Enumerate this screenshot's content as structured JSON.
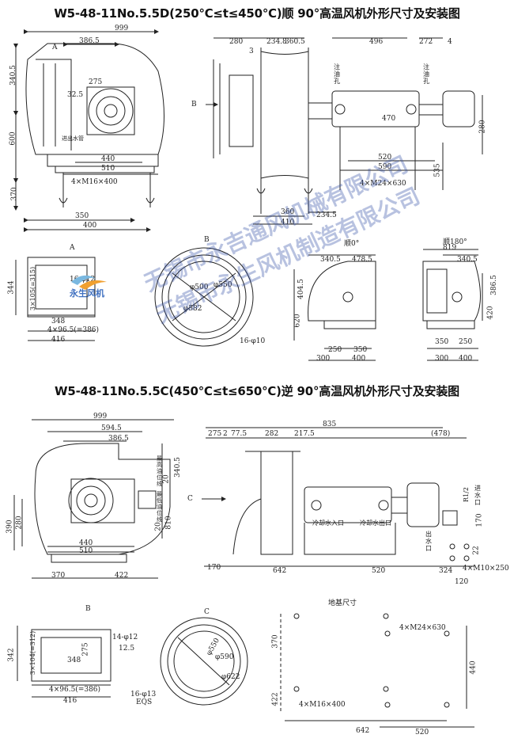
{
  "title_top": "W5-48-11No.5.5D(250℃≤t≤450℃)顺 90°高温风机外形尺寸及安装图",
  "title_bottom": "W5-48-11No.5.5C(450℃≤t≤650℃)逆 90°高温风机外形尺寸及安装图",
  "watermark_company_a": "无锡市永吉通风机械有限公司",
  "watermark_company_b": "无锡市永生风机制造有限公司",
  "logo_text": "永生风机",
  "top": {
    "front": [
      "999",
      "386.5",
      "340.5",
      "600",
      "275",
      "32.5",
      "440",
      "510",
      "4×M16×400",
      "370",
      "350",
      "400",
      "A",
      "进出水管"
    ],
    "side": [
      "280",
      "234.8",
      "360.5",
      "496",
      "272",
      "4",
      "3",
      "B",
      "注油孔",
      "注油孔",
      "470",
      "280",
      "520",
      "590",
      "535",
      "4×M24×630",
      "360",
      "410",
      "234.5"
    ],
    "flangeA": [
      "A",
      "344",
      "3×105(=315)",
      "348",
      "4×96.5(=386)",
      "416",
      "16-φ12"
    ],
    "flangeB": [
      "B",
      "φ500",
      "φ550",
      "φ582",
      "16-φ10"
    ],
    "shun": [
      "顺0°",
      "340.5",
      "478.5",
      "404.5",
      "620",
      "250",
      "350",
      "300",
      "400"
    ],
    "ni": [
      "顺180°",
      "819",
      "340.5",
      "386.5",
      "420",
      "350",
      "250",
      "300",
      "400"
    ]
  },
  "bottom": {
    "front": [
      "999",
      "594.5",
      "386.5",
      "390",
      "280",
      "20",
      "810",
      "20",
      "340.5",
      "最低油位线",
      "最高油位线",
      "440",
      "510",
      "370",
      "422"
    ],
    "side": [
      "275",
      "2",
      "77.5",
      "282",
      "217.5",
      "835",
      "(478)",
      "C",
      "冷却水入口",
      "冷却水出口",
      "出水口",
      "进水口",
      "R1/2",
      "170",
      "170",
      "642",
      "520",
      "324",
      "120",
      "22",
      "4×M10×250"
    ],
    "flangeB": [
      "B",
      "342",
      "3×104(=312)",
      "275",
      "14-φ12",
      "12.5",
      "348",
      "4×96.5(=386)",
      "416"
    ],
    "flangeC": [
      "C",
      "φ550",
      "φ590",
      "φ622",
      "16-φ13",
      "EQS"
    ],
    "foundation": [
      "地基尺寸",
      "4×M24×630",
      "370",
      "440",
      "422",
      "4×M16×400",
      "642",
      "520"
    ]
  }
}
